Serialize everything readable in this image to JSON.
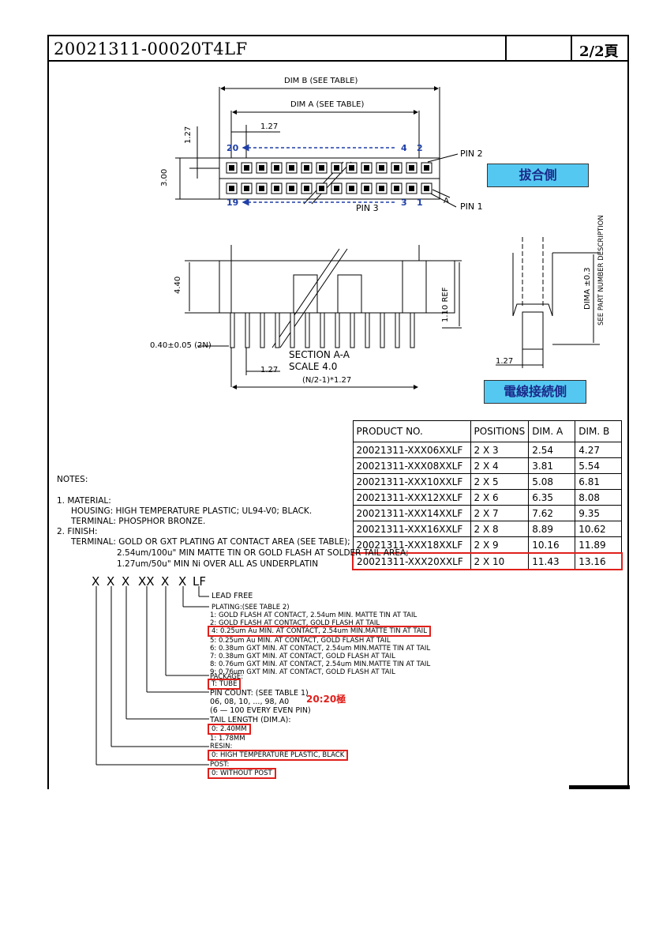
{
  "header": {
    "part_number": "20021311-00020T4LF",
    "page": "2/2頁"
  },
  "drawing": {
    "dim_b": "DIM B (SEE TABLE)",
    "dim_a": "DIM A (SEE TABLE)",
    "pitch_127": "1.27",
    "dim_127_side": "1.27",
    "dim_300": "3.00",
    "pin_20": "20",
    "pin_4": "4",
    "pin_2_num": "2",
    "pin_19": "19",
    "pin_3": "3",
    "pin_1_num": "1",
    "pin2_label": "PIN 2",
    "pin1_label": "PIN 1",
    "pin3_label": "PIN 3",
    "section_a": "A",
    "mating_side": "拔合側",
    "dim_440": "4.40",
    "dim_110ref": "1.10 REF",
    "dim_pin": "0.40±0.05 (2N)",
    "section": "SECTION  A-A",
    "scale": "SCALE  4.0",
    "dim_127_bottom": "1.27",
    "formula": "(N/2-1)*1.27",
    "dima_label": "DIMA ±0.3",
    "see_part": "SEE PART NUMBER DESCRIPTION",
    "dim_127_right": "1.27",
    "wire_side": "電線接続側"
  },
  "table": {
    "headers": [
      "PRODUCT NO.",
      "POSITIONS",
      "DIM. A",
      "DIM. B"
    ],
    "rows": [
      [
        "20021311-XXX06XXLF",
        "2 X 3",
        "2.54",
        "4.27"
      ],
      [
        "20021311-XXX08XXLF",
        "2 X 4",
        "3.81",
        "5.54"
      ],
      [
        "20021311-XXX10XXLF",
        "2 X 5",
        "5.08",
        "6.81"
      ],
      [
        "20021311-XXX12XXLF",
        "2 X 6",
        "6.35",
        "8.08"
      ],
      [
        "20021311-XXX14XXLF",
        "2 X 7",
        "7.62",
        "9.35"
      ],
      [
        "20021311-XXX16XXLF",
        "2 X 8",
        "8.89",
        "10.62"
      ],
      [
        "20021311-XXX18XXLF",
        "2 X 9",
        "10.16",
        "11.89"
      ],
      [
        "20021311-XXX20XXLF",
        "2 X 10",
        "11.43",
        "13.16"
      ]
    ]
  },
  "notes": {
    "title": "NOTES:",
    "l1": "1. MATERIAL:",
    "l2": "HOUSING: HIGH TEMPERATURE PLASTIC; UL94-V0; BLACK.",
    "l3": "TERMINAL: PHOSPHOR BRONZE.",
    "l4": "2. FINISH:",
    "l5": "TERMINAL: GOLD OR GXT PLATING AT CONTACT AREA (SEE TABLE);",
    "l6": "2.54um/100u\" MIN MATTE TIN OR GOLD FLASH AT SOLDER TAIL AREA;",
    "l7": "1.27um/50u\" MIN Ni OVER ALL AS UNDERPLATIN"
  },
  "code": {
    "pattern": [
      "X",
      "X",
      "X",
      "XX",
      "X",
      "X",
      "LF"
    ],
    "lead_free": "LEAD FREE",
    "plating": "PLATING:(SEE TABLE 2)",
    "plating_opts": [
      "1: GOLD FLASH AT CONTACT, 2.54um MIN. MATTE TIN AT TAIL",
      "2: GOLD FLASH AT CONTACT, GOLD FLASH AT TAIL",
      "4: 0.25um Au MIN. AT CONTACT, 2.54um MIN.MATTE TIN AT TAIL",
      "5: 0.25um Au MIN. AT CONTACT, GOLD FLASH AT TAIL",
      "6: 0.38um GXT MIN. AT CONTACT, 2.54um MIN.MATTE TIN AT TAIL",
      "7: 0.38um GXT MIN. AT CONTACT, GOLD FLASH AT TAIL",
      "8: 0.76um GXT MIN. AT CONTACT, 2.54um MIN.MATTE TIN AT TAIL",
      "9: 0.76um GXT MIN. AT CONTACT, GOLD FLASH AT TAIL"
    ],
    "package": "PACKAGE:",
    "package_opt": "T: TUBE",
    "pin_count": "PIN COUNT: (SEE TABLE 1)",
    "pin_count_vals": "06, 08, 10, ..., 98, A0",
    "pin_count_note": "20:20極",
    "pin_count_range": "(6 — 100 EVERY EVEN PIN)",
    "tail": "TAIL LENGTH (DIM.A):",
    "tail_opt0": "0: 2.40MM",
    "tail_opt1": "1: 1.78MM",
    "resin": "RESIN:",
    "resin_opt": "0: HIGH TEMPERATURE PLASTIC, BLACK",
    "post": "POST:",
    "post_opt": "0: WITHOUT POST"
  },
  "colors": {
    "highlight": "#e0201c",
    "badge": "#55c8f2",
    "arrow": "#1f3fa8"
  }
}
